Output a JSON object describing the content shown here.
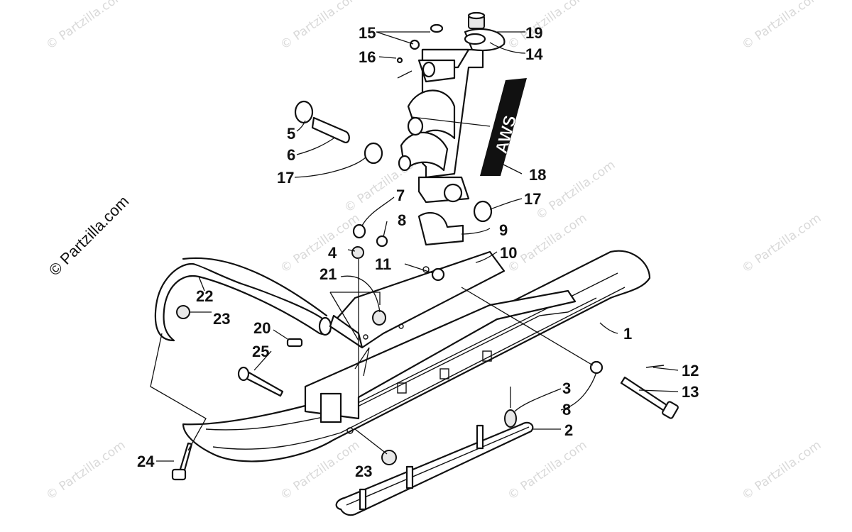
{
  "credit": "© Partzilla.com",
  "watermark": "© Partzilla.com",
  "callouts": [
    {
      "id": "1",
      "text": "1"
    },
    {
      "id": "2",
      "text": "2"
    },
    {
      "id": "3",
      "text": "3"
    },
    {
      "id": "4",
      "text": "4"
    },
    {
      "id": "5",
      "text": "5"
    },
    {
      "id": "6",
      "text": "6"
    },
    {
      "id": "7",
      "text": "7"
    },
    {
      "id": "8a",
      "text": "8"
    },
    {
      "id": "8b",
      "text": "8"
    },
    {
      "id": "9",
      "text": "9"
    },
    {
      "id": "10",
      "text": "10"
    },
    {
      "id": "11",
      "text": "11"
    },
    {
      "id": "12",
      "text": "12"
    },
    {
      "id": "13",
      "text": "13"
    },
    {
      "id": "14",
      "text": "14"
    },
    {
      "id": "15",
      "text": "15"
    },
    {
      "id": "16",
      "text": "16"
    },
    {
      "id": "17a",
      "text": "17"
    },
    {
      "id": "17b",
      "text": "17"
    },
    {
      "id": "18",
      "text": "18"
    },
    {
      "id": "19",
      "text": "19"
    },
    {
      "id": "20",
      "text": "20"
    },
    {
      "id": "21",
      "text": "21"
    },
    {
      "id": "22",
      "text": "22"
    },
    {
      "id": "23a",
      "text": "23"
    },
    {
      "id": "23b",
      "text": "23"
    },
    {
      "id": "24",
      "text": "24"
    },
    {
      "id": "25",
      "text": "25"
    }
  ],
  "decal_text": "AWS"
}
